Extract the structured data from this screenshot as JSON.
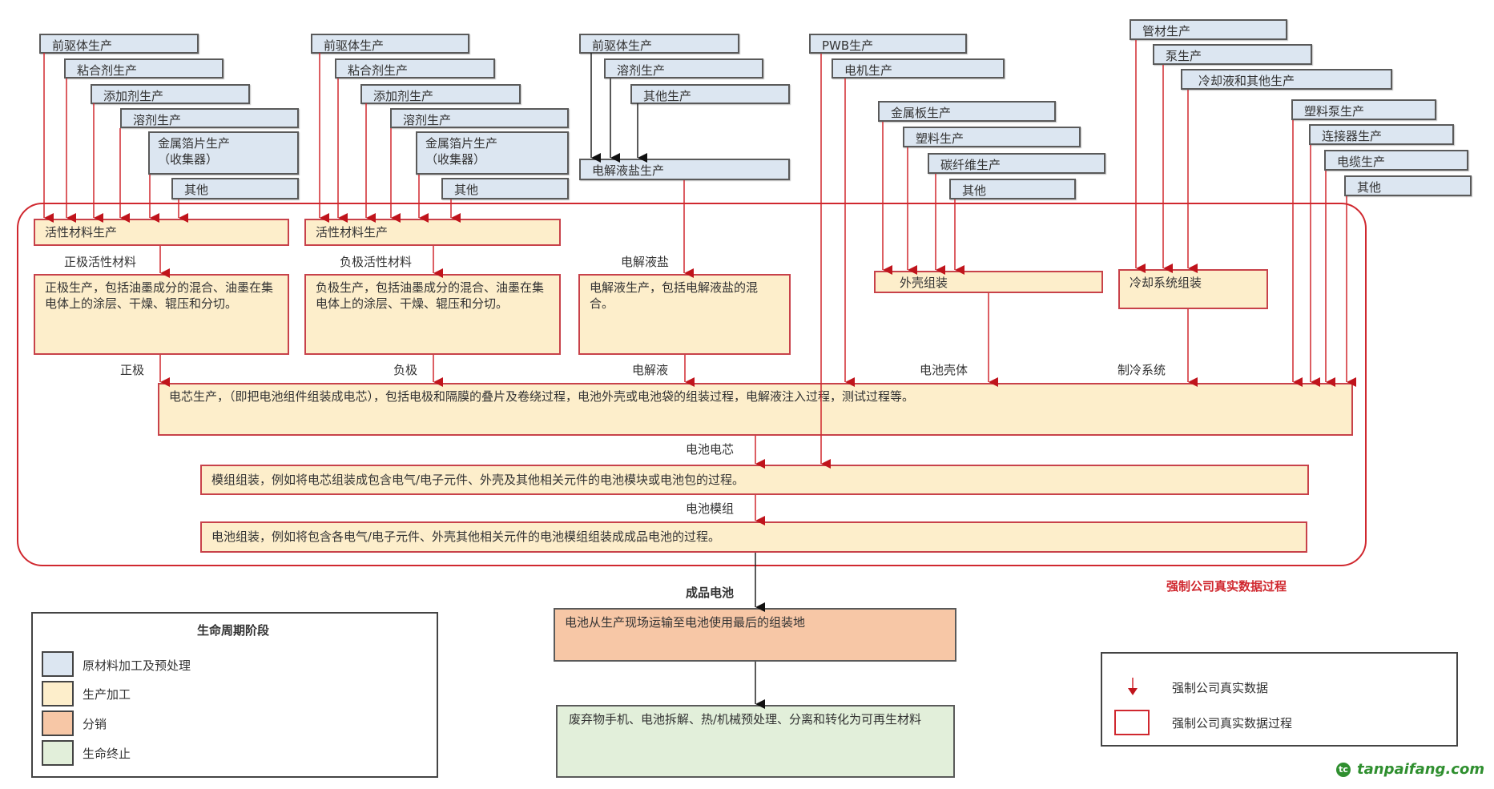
{
  "title": "电池生命周期阶段流程图",
  "colors": {
    "raw_material": "#dce6f1",
    "manufacturing": "#fdeecb",
    "distribution": "#f7c7a6",
    "end_of_life": "#e2efda",
    "mandatory_red": "#d0282f",
    "border_gray": "#5a5a5a"
  },
  "raw_materials": {
    "cathode_column": [
      "前驱体生产",
      "粘合剂生产",
      "添加剂生产",
      "溶剂生产",
      "金属箔片生产\n（收集器）",
      "其他"
    ],
    "anode_column": [
      "前驱体生产",
      "粘合剂生产",
      "添加剂生产",
      "溶剂生产",
      "金属箔片生产\n（收集器）",
      "其他"
    ],
    "electrolyte_column": [
      "前驱体生产",
      "溶剂生产",
      "其他生产"
    ],
    "electrolyte_salt": "电解液盐生产",
    "pwb_motor": [
      "PWB生产",
      "电机生产"
    ],
    "casing_inputs": [
      "金属板生产",
      "塑料生产",
      "碳纤维生产",
      "其他"
    ],
    "cooling_inputs": [
      "管材生产",
      "泵生产",
      "冷却液和其他生产"
    ],
    "other_inputs": [
      "塑料泵生产",
      "连接器生产",
      "电缆生产",
      "其他"
    ]
  },
  "manufacturing": {
    "active_material_1": "活性材料生产",
    "active_material_2": "活性材料生产",
    "cathode_desc": "正极生产，包括油墨成分的混合、油墨在集电体上的涂层、干燥、辊压和分切。",
    "anode_desc": "负极生产，包括油墨成分的混合、油墨在集电体上的涂层、干燥、辊压和分切。",
    "electrolyte_desc": "电解液生产，包括电解液盐的混合。",
    "casing_assembly": "外壳组装",
    "cooling_assembly": "冷却系统组装",
    "cell_production": "电芯生产，（即把电池组件组装成电芯），包括电极和隔膜的叠片及卷绕过程，电池外壳或电池袋的组装过程，电解液注入过程，测试过程等。",
    "module_assembly": "模组组装，例如将电芯组装成包含电气/电子元件、外壳及其他相关元件的电池模块或电池包的过程。",
    "pack_assembly": "电池组装，例如将包含各电气/电子元件、外壳其他相关元件的电池模组组装成成品电池的过程。"
  },
  "flow_labels": {
    "cathode_active": "正极活性材料",
    "anode_active": "负极活性材料",
    "electrolyte_salt": "电解液盐",
    "cathode": "正极",
    "anode": "负极",
    "electrolyte": "电解液",
    "battery_casing": "电池壳体",
    "cooling_system": "制冷系统",
    "battery_cell": "电池电芯",
    "battery_module": "电池模组",
    "finished_battery": "成品电池"
  },
  "container_label": "强制公司真实数据过程",
  "distribution": "电池从生产现场运输至电池使用最后的组装地",
  "end_of_life": "废弃物手机、电池拆解、热/机械预处理、分离和转化为可再生材料",
  "legend_stages": {
    "title": "生命周期阶段",
    "items": [
      {
        "label": "原材料加工及预处理",
        "color": "#dce6f1"
      },
      {
        "label": "生产加工",
        "color": "#fdeecb"
      },
      {
        "label": "分销",
        "color": "#f7c7a6"
      },
      {
        "label": "生命终止",
        "color": "#e2efda"
      }
    ]
  },
  "legend_data": {
    "arrow_label": "强制公司真实数据",
    "box_label": "强制公司真实数据过程"
  },
  "watermark": "tanpaifang.com"
}
